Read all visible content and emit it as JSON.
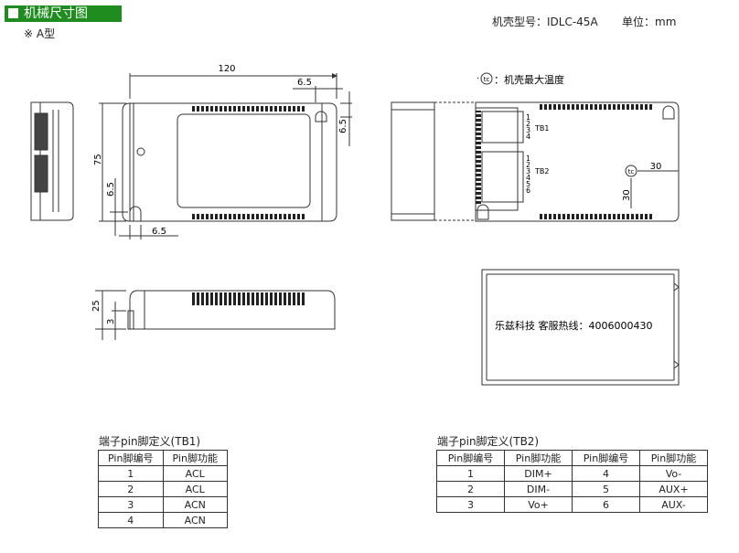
{
  "header": {
    "title": "机械尺寸图",
    "variant": "※ A型",
    "model": "机壳型号：IDLC-45A",
    "unit": "单位：mm"
  },
  "drawing": {
    "dims": {
      "length": "120",
      "hole_offset_top": "6.5",
      "hole_offset_side": "6.5",
      "height": "75",
      "hole_offset_bottom": "6.5",
      "hole_offset_left": "6.5",
      "depth": "25",
      "pin_height": "3",
      "tc_x": "30",
      "tc_y": "30"
    },
    "tc_note": "：机壳最大温度",
    "tc_symbol": "tc",
    "tb1_label": "TB1",
    "tb2_label": "TB2",
    "tb1_pins": [
      "1",
      "2",
      "3",
      "4"
    ],
    "tb2_pins": [
      "1",
      "2",
      "3",
      "4",
      "5",
      "6"
    ],
    "hotline": "乐兹科技 客服热线：4006000430"
  },
  "tb1": {
    "title": "端子pin脚定义(TB1)",
    "headers": [
      "Pin脚编号",
      "Pin脚功能"
    ],
    "rows": [
      [
        "1",
        "ACL"
      ],
      [
        "2",
        "ACL"
      ],
      [
        "3",
        "ACN"
      ],
      [
        "4",
        "ACN"
      ]
    ]
  },
  "tb2": {
    "title": "端子pin脚定义(TB2)",
    "headers": [
      "Pin脚编号",
      "Pin脚功能",
      "Pin脚编号",
      "Pin脚功能"
    ],
    "rows": [
      [
        "1",
        "DIM+",
        "4",
        "Vo-"
      ],
      [
        "2",
        "DIM-",
        "5",
        "AUX+"
      ],
      [
        "3",
        "Vo+",
        "6",
        "AUX-"
      ]
    ]
  }
}
